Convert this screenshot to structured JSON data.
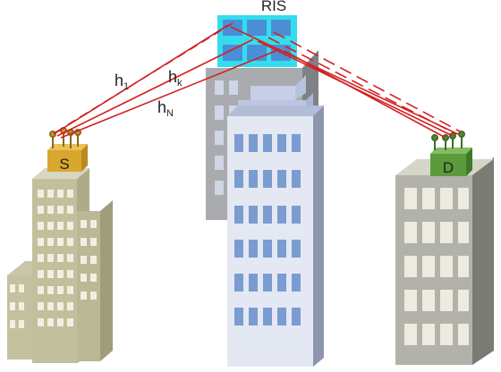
{
  "labels": {
    "ris": "RIS",
    "source": "S",
    "destination": "D",
    "h1": {
      "base": "h",
      "sub": "1"
    },
    "hk": {
      "base": "h",
      "sub": "k"
    },
    "hn": {
      "base": "h",
      "sub": "N"
    }
  },
  "colors": {
    "link": "#d42020",
    "ris_frame": "#33ddee",
    "ris_cell": "#4a8fd6",
    "source_box": "#d9a72e",
    "destination_box": "#5d9a3c"
  }
}
